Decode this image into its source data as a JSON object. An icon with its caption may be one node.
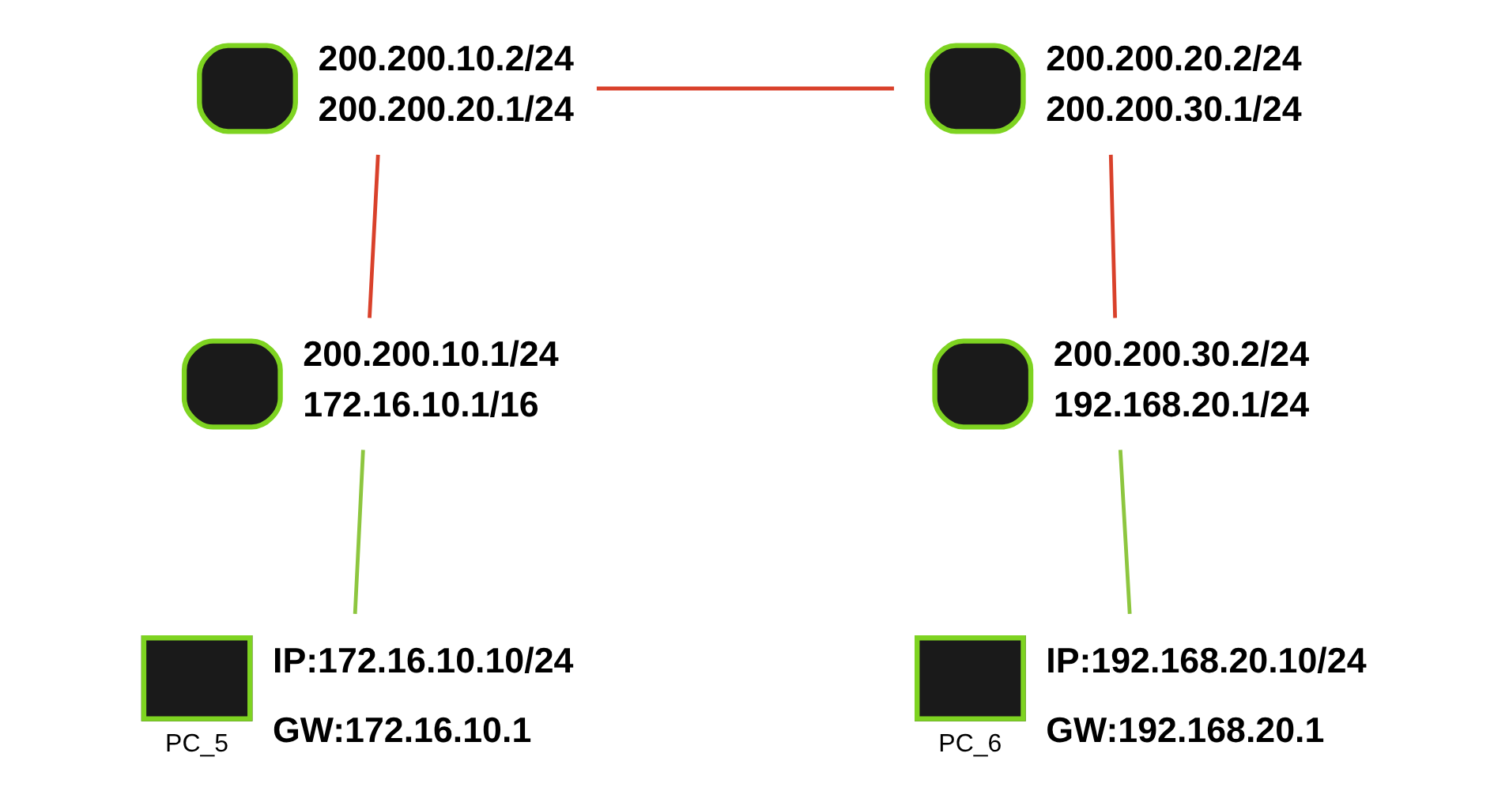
{
  "diagram": {
    "nodes": [
      {
        "text": [],
        "shape": "box",
        "beside": [
          "200.200.10.2/24",
          "200.200.20.1/24"
        ]
      },
      {
        "text": [],
        "shape": "box",
        "beside": [
          "200.200.20.2/24",
          "200.200.30.1/24"
        ]
      },
      {
        "text": [],
        "shape": "box",
        "beside": [
          "200.200.10.1/24",
          "172.16.10.1/16"
        ]
      },
      {
        "text": [],
        "shape": "box",
        "beside": [
          "200.200.30.2/24",
          "192.168.20.1/24"
        ]
      },
      {
        "text": [
          "PC_5"
        ],
        "beside": [
          "IP:172.16.10.10/24",
          "GW:172.16.10.1"
        ]
      },
      {
        "text": [
          "PC_6"
        ],
        "beside": [
          "IP:192.168.20.10/24",
          "GW:192.168.20.1"
        ]
      }
    ],
    "edges": [
      {
        "from": 0,
        "to": 1,
        "arrow": "none"
      },
      {
        "from": 0,
        "to": 2,
        "arrow": "none"
      },
      {
        "from": 1,
        "to": 3,
        "arrow": "none"
      },
      {
        "from": 2,
        "to": 4,
        "arrow": "none",
        "color": "#8dc63f"
      },
      {
        "from": 3,
        "to": 5,
        "arrow": "none",
        "color": "#8dc63f"
      }
    ]
  }
}
